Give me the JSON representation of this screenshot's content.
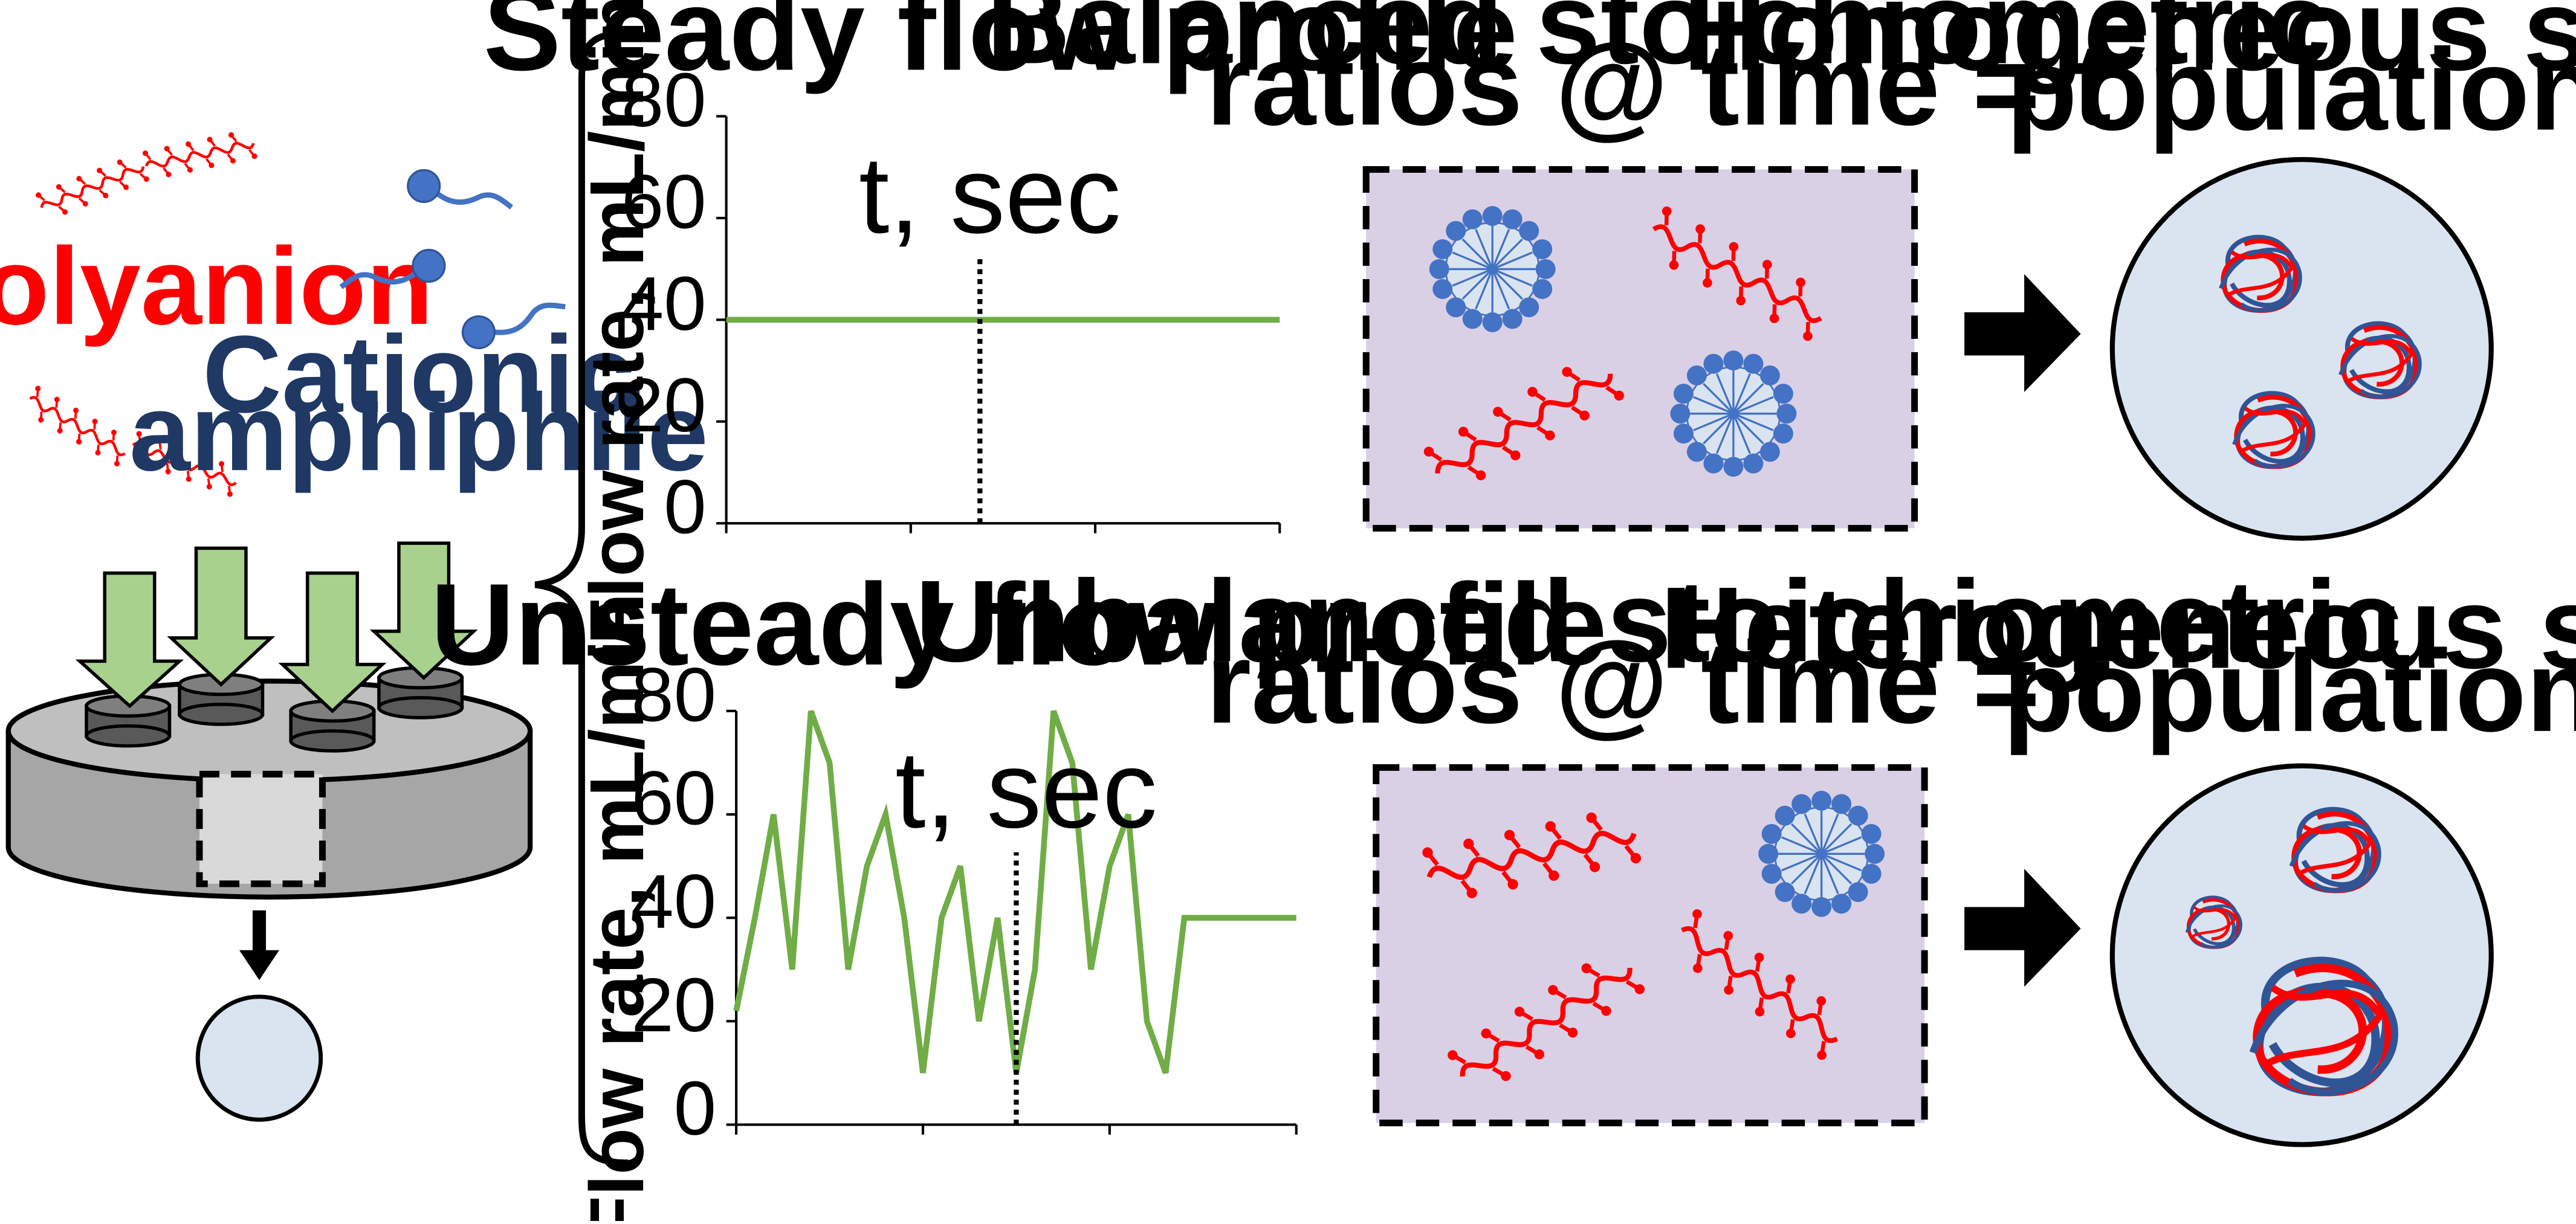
{
  "labels": {
    "polyanion": "Polyanion",
    "cationic_line1": "Cationic",
    "cationic_line2": "amphiphile"
  },
  "steady": {
    "title": "Steady flow profile",
    "panel_title_line1": "Balanced stoichiometric",
    "panel_title_line2": "ratios @ time = t",
    "result_line1": "Homogeneous sample",
    "result_line2": "population"
  },
  "unsteady": {
    "title": "Unsteady flow profile",
    "panel_title_line1": "Unbalanced stoichiometric",
    "panel_title_line2": "ratios @ time = t",
    "result_line1": "Heterogeneous sample",
    "result_line2": "population"
  },
  "colors": {
    "polyanion": "#ff0000",
    "amphiphile": "#4472c4",
    "flow_line": "#70ad47",
    "panel_bg": "#d9d0e6",
    "sample_bg": "#dae3f0",
    "arrow_green": "#a9d18e",
    "device_gray": "#a6a6a6"
  },
  "chart_data": [
    {
      "type": "line",
      "title": "Steady flow profile",
      "ylabel": "Flow rate, mL/min",
      "xlabel": "",
      "ylim": [
        0,
        80
      ],
      "yticks": [
        0,
        20,
        40,
        60,
        80
      ],
      "xlim": [
        0,
        12
      ],
      "marker_label": "t, sec",
      "marker_x": 5.5,
      "series": [
        {
          "x": [
            0,
            12
          ],
          "values": [
            40,
            40
          ]
        }
      ]
    },
    {
      "type": "line",
      "title": "Unsteady flow profile",
      "ylabel": "Flow rate, mL/min",
      "xlabel": "",
      "ylim": [
        0,
        80
      ],
      "yticks": [
        0,
        20,
        40,
        60,
        80
      ],
      "xlim": [
        0,
        30
      ],
      "marker_label": "t, sec",
      "marker_x": 15,
      "series": [
        {
          "x": [
            0,
            1,
            2,
            3,
            4,
            5,
            6,
            7,
            8,
            9,
            10,
            11,
            12,
            13,
            14,
            15,
            16,
            17,
            18,
            19,
            20,
            21,
            22,
            23,
            24,
            25,
            26,
            27,
            28,
            29,
            30
          ],
          "values": [
            22,
            40,
            60,
            30,
            80,
            70,
            30,
            50,
            60,
            40,
            10,
            40,
            50,
            20,
            40,
            10,
            30,
            80,
            70,
            30,
            50,
            60,
            20,
            10,
            40,
            40,
            40,
            40,
            40,
            40,
            40
          ]
        }
      ]
    }
  ]
}
